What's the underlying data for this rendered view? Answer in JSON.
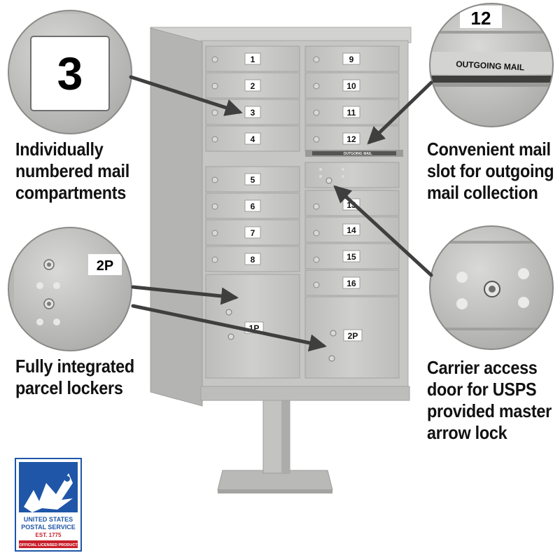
{
  "product": {
    "color": "#c4c4c2",
    "compartment_numbers": [
      "1",
      "2",
      "3",
      "4",
      "5",
      "6",
      "7",
      "8",
      "9",
      "10",
      "11",
      "12",
      "13",
      "14",
      "15",
      "16"
    ],
    "parcel_labels": [
      "1P",
      "2P"
    ],
    "outgoing_slot_label": "OUTGOING MAIL"
  },
  "features": {
    "numbered": {
      "lines": [
        "Individually",
        "numbered mail",
        "compartments"
      ]
    },
    "parcel": {
      "lines": [
        "Fully integrated",
        "parcel lockers"
      ]
    },
    "slot": {
      "lines": [
        "Convenient mail",
        "slot for outgoing",
        "mail collection"
      ]
    },
    "carrier": {
      "lines": [
        "Carrier access",
        "door for USPS",
        "provided master",
        "arrow lock"
      ]
    }
  },
  "callouts": {
    "number_zoom": {
      "label": "3"
    },
    "parcel_zoom": {
      "label": "2P"
    },
    "slot_zoom": {
      "number": "12",
      "label": "OUTGOING MAIL"
    },
    "lock_zoom": {
      "icon": "lock-icon"
    }
  },
  "logo": {
    "lines": [
      "UNITED STATES",
      "POSTAL SERVICE",
      "EST. 1775",
      "OFFICIAL LICENSED PRODUCT"
    ],
    "colors": {
      "blue": "#1f56a8",
      "red": "#c8202c"
    }
  }
}
